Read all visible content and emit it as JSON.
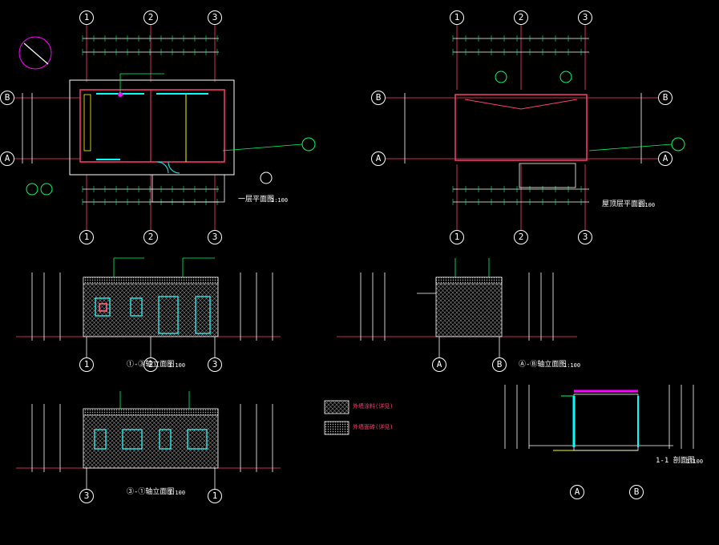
{
  "colors": {
    "background": "#000000",
    "wall": "#ff3f6f",
    "dimension": "#ffffff",
    "dim_tick": "#00ff66",
    "opening": "#00ffff",
    "callout": "#00ff66",
    "roof": "#ff00ff",
    "hatch": "#9a9a9a"
  },
  "grid_axes": {
    "plan1_top": [
      "1",
      "2",
      "3"
    ],
    "plan1_bottom": [
      "1",
      "2",
      "3"
    ],
    "plan1_side": [
      "B",
      "A"
    ],
    "roof_top": [
      "1",
      "2",
      "3"
    ],
    "roof_bottom": [
      "1",
      "2",
      "3"
    ],
    "roof_side": [
      "B",
      "A"
    ],
    "elev_south": [
      "1",
      "2",
      "3"
    ],
    "elev_east": [
      "A",
      "B"
    ],
    "elev_north": [
      "3",
      "1"
    ],
    "section": [
      "A",
      "B"
    ]
  },
  "titles": {
    "plan1": "一层平面图",
    "plan1_scale": "1:100",
    "roof": "屋顶层平面图",
    "roof_scale": "1:100",
    "elev_south": "①-③轴立面图",
    "elev_south_scale": "1:100",
    "elev_east": "Ⓐ-Ⓑ轴立面图",
    "elev_east_scale": "1:100",
    "elev_north": "③-①轴立面图",
    "elev_north_scale": "1:100",
    "section": "1-1 剖面图",
    "section_scale": "1:100"
  },
  "legend": {
    "item1": "外墙涂料(详见)",
    "item2": "外墙面砖(详见)"
  },
  "icons": [
    "north-arrow-icon",
    "section-mark-icon",
    "detail-callout-icon"
  ]
}
